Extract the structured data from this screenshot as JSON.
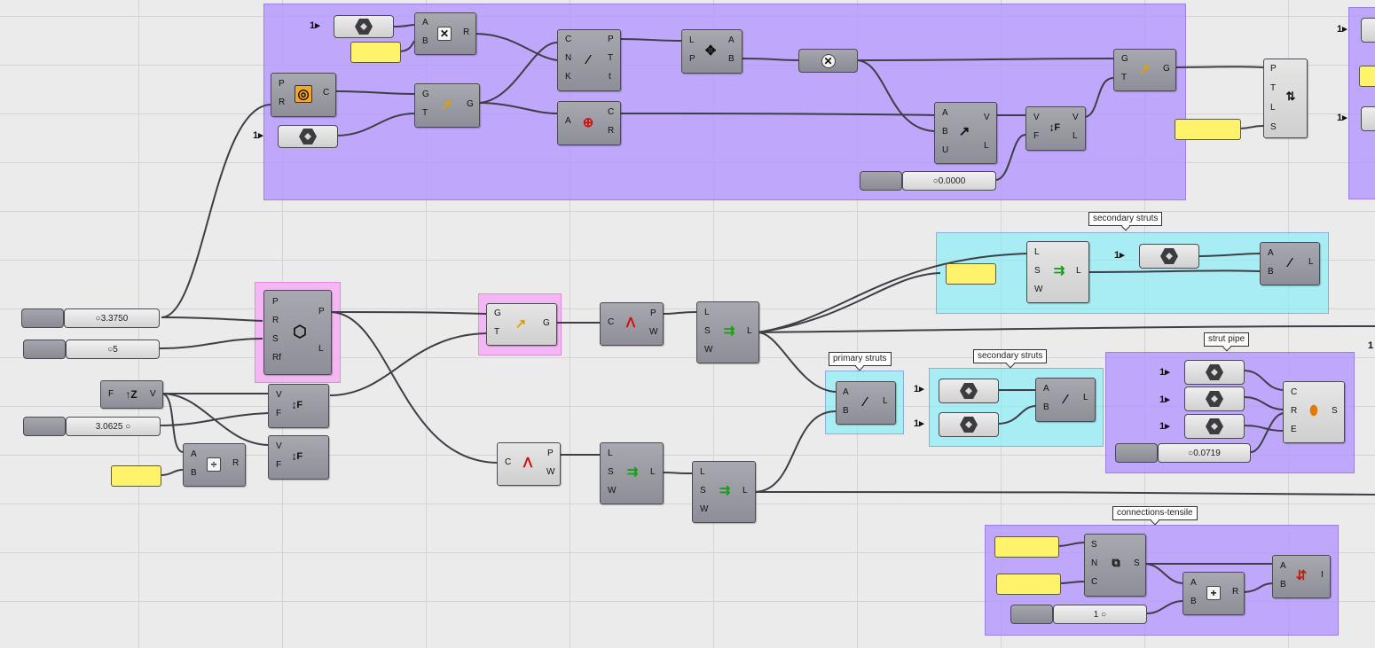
{
  "canvas": {
    "background": "#ebebeb",
    "grid_color": "#d4d4d4"
  },
  "groups": {
    "primary_struts": "primary struts",
    "secondary_struts_a": "secondary struts",
    "secondary_struts_b": "secondary struts",
    "strut_pipe": "strut pipe",
    "connections_tensile": "connections-tensile"
  },
  "colors": {
    "group_purple": "#b294ff",
    "group_cyan": "#82eef8",
    "group_pink": "#f5aaf5",
    "panel_yellow": "#fff36b"
  },
  "markers": {
    "one": "1▸"
  },
  "sliders": {
    "radius": "○3.3750",
    "sides": "○5",
    "offset": "3.0625 ○",
    "tolerance": "○0.0000",
    "pipe_radius": "○0.0719",
    "count": "1 ○"
  },
  "pins": {
    "P": "P",
    "R": "R",
    "C": "C",
    "A": "A",
    "B": "B",
    "G": "G",
    "T": "T",
    "N": "N",
    "K": "K",
    "t": "t",
    "L": "L",
    "V": "V",
    "U": "U",
    "F": "F",
    "S": "S",
    "W": "W",
    "E": "E",
    "I": "I",
    "Rf": "Rf"
  },
  "icons": {
    "multiply": "✕",
    "divide": "÷",
    "addition": "+",
    "polygon": "⬡",
    "arrow": "↗",
    "move": "✥",
    "line": "⁄",
    "evaluate": "⊕",
    "circle_target": "⊕",
    "flip": "⟲",
    "shift": "⇉",
    "sort": "⇅"
  }
}
